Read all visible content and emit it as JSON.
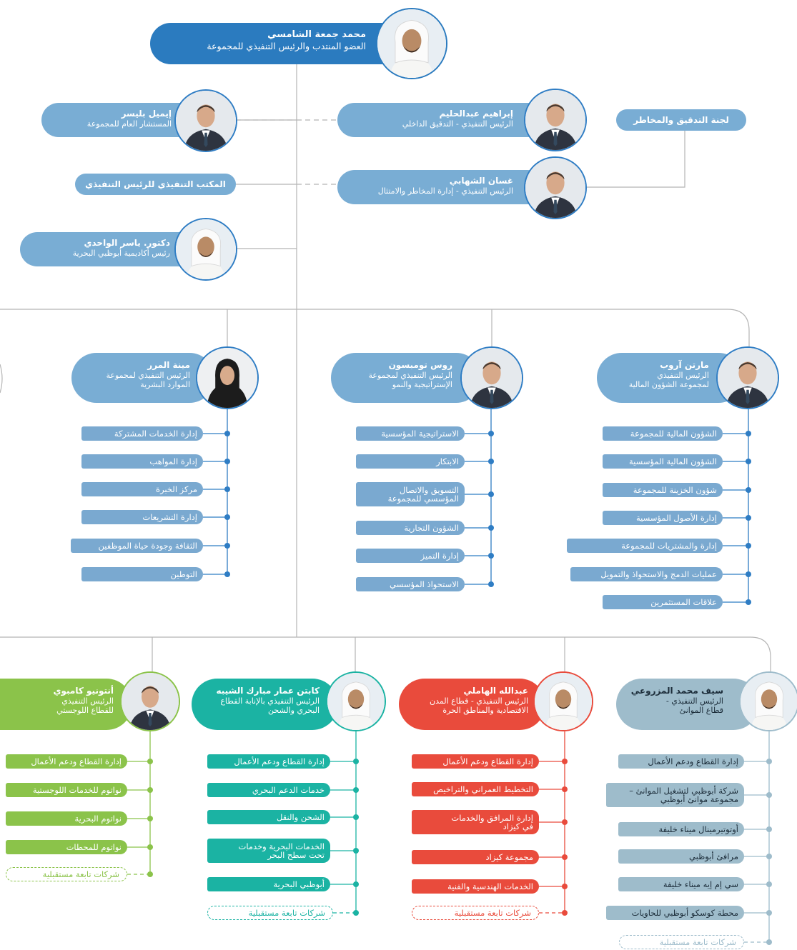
{
  "colors": {
    "blue_dark": "#2b7bbf",
    "blue": "#79add4",
    "blue_mid": "#7aa9d0",
    "line_blue": "#2f7dc4",
    "grey_line": "#b5b5b5",
    "green": "#8bc34a",
    "teal": "#1bb3a3",
    "red": "#e94b3c",
    "slate": "#9ebccb"
  },
  "ceo": {
    "name": "محمد جمعة الشامسي",
    "role": "العضو المنتدب والرئيس التنفيذي للمجموعة",
    "photo": "person-kandura"
  },
  "upper": {
    "emile": {
      "name": "إيميل بليسر",
      "role": "المستشار العام للمجموعة",
      "photo": "person-suit"
    },
    "ceo_office": "المكتب التنفيذي للرئيس التنفيذي",
    "yasser": {
      "name": "دكتور. ياسر الواحدي",
      "role": "رئيس أكاديمية أبوظبي البحرية",
      "photo": "person-kandura"
    },
    "ibrahim": {
      "name": "إبراهيم عبدالحليم",
      "role": "الرئيس التنفيذي - التدقيق الداخلي",
      "photo": "person-suit"
    },
    "ghassan": {
      "name": "غسان الشهابي",
      "role": "الرئيس التنفيذي - إدارة المخاطر والامتثال",
      "photo": "person-suit"
    },
    "audit_committee": "لجنة التدقيق والمخاطر"
  },
  "tier2": [
    {
      "name": "مارتن آروب",
      "role": "الرئيس التنفيذي\nلمجموعة الشؤون المالية",
      "photo": "person-suit",
      "items": [
        "الشؤون المالية للمجموعة",
        "الشؤون المالية المؤسسية",
        "شؤون الخزينة للمجموعة",
        "إدارة الأصول المؤسسية",
        "إدارة والمشتريات للمجموعة",
        "عمليات الدمج والاستحواذ والتمويل",
        "علاقات المستثمرين"
      ]
    },
    {
      "name": "روس تومبسون",
      "role": "الرئيس التنفيذي لمجموعة\nالإستراتيجية والنمو",
      "photo": "person-suit",
      "items": [
        "الاستراتيجية المؤسسية",
        "الابتكار",
        "التسويق والاتصال\nالمؤسسي للمجموعة",
        "الشؤون التجارية",
        "إدارة التميز",
        "الاستحواذ المؤسسي"
      ]
    },
    {
      "name": "مينة المرر",
      "role": "الرئيس التنفيذي لمجموعة\nالموارد البشرية",
      "photo": "person-abaya",
      "items": [
        "إدارة الخدمات المشتركة",
        "إدارة المواهب",
        "مركز الخبرة",
        "إدارة التشريعات",
        "الثقافة وجودة حياة الموظفين",
        "التوطين"
      ]
    }
  ],
  "tier3": [
    {
      "name": "سيف محمد المزروعي",
      "role": "الرئيس التنفيذي -\nقطاع الموانئ",
      "photo": "person-kandura",
      "items": [
        "إدارة القطاع ودعم الأعمال",
        "شركة أبوظبي لتشغيل الموانئ –\nمجموعة موانئ أبوظبي",
        "أوتوتيرمينال ميناء خليفة",
        "مرافئ أبوظبي",
        "سي إم إيه ميناء خليفة",
        "محطة كوسكو أبوظبي للحاويات"
      ],
      "future": "شركات تابعة مستقبلية"
    },
    {
      "name": "عبدالله الهاملي",
      "role": "الرئيس التنفيذي - قطاع المدن\nالاقتصادية والمناطق الحرة",
      "photo": "person-kandura",
      "items": [
        "إدارة القطاع ودعم الأعمال",
        "التخطيط العمراني والتراخيص",
        "إدارة المرافق والخدمات\nفي كيزاد",
        "مجموعة كيزاد",
        "الخدمات الهندسية والفنية"
      ],
      "future": "شركات تابعة مستقبلية"
    },
    {
      "name": "كابتن عمار مبارك الشيبه",
      "role": "الرئيس التنفيذي بالإنابة القطاع\nالبحري والشحن",
      "photo": "person-kandura",
      "items": [
        "إدارة القطاع ودعم الأعمال",
        "خدمات الدعم البحري",
        "الشحن والنقل",
        "الخدمات البحرية وخدمات\nتحت سطح البحر",
        "أبوظبي البحرية"
      ],
      "future": "شركات تابعة مستقبلية"
    },
    {
      "name": "أنتونيو كامبوي",
      "role": "الرئيس التنفيذي\nللقطاع اللوجستي",
      "photo": "person-suit",
      "items": [
        "إدارة القطاع ودعم الأعمال",
        "نواتوم للخدمات اللوجستية",
        "نواتوم البحرية",
        "نواتوم للمحطات"
      ],
      "future": "شركات تابعة مستقبلية"
    }
  ]
}
